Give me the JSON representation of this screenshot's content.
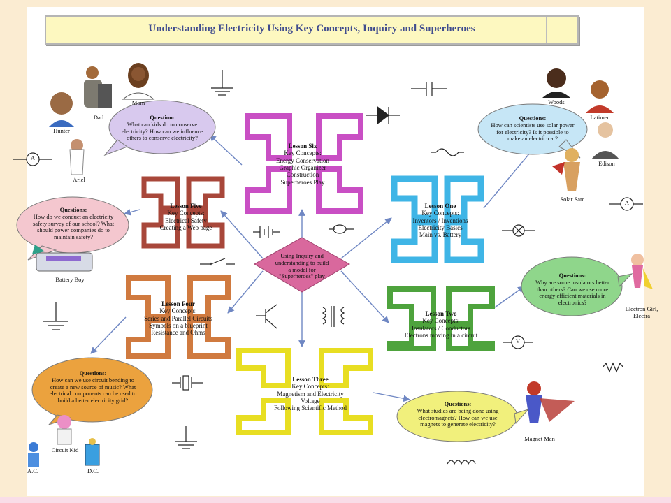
{
  "title": "Understanding Electricity Using Key Concepts, Inquiry and Superheroes",
  "center": "Using Inquiry and understanding to build a model for \"Superheroes\" play",
  "lessons": {
    "six": {
      "heading": "Lesson Six",
      "lines": [
        "Key Concepts:",
        "Energy Conservation",
        "Graphic Organizer",
        "Construction",
        "Superheroes Play"
      ],
      "color": "#c94fc4"
    },
    "five": {
      "heading": "Lesson Five",
      "lines": [
        "Key Concepts:",
        "Electrical Safety",
        "Creating a Web page"
      ],
      "color": "#a8473a"
    },
    "four": {
      "heading": "Lesson Four",
      "lines": [
        "Key Concepts:",
        "Series and Parallel Circuits",
        "Symbols on a blueprint",
        "Resistance and Ohms"
      ],
      "color": "#d07a3f"
    },
    "three": {
      "heading": "Lesson Three",
      "lines": [
        "Key Concepts:",
        "Magnetism and Electricity",
        "Voltage",
        "Following  Scientific Method"
      ],
      "color": "#e8de22"
    },
    "two": {
      "heading": "Lesson Two",
      "lines": [
        "Key Concepts:",
        "Insulators / Conductors",
        "Electrons moving in a circuit"
      ],
      "color": "#4ea33d"
    },
    "one": {
      "heading": "Lesson One",
      "lines": [
        "Key Concepts:",
        "Inventors / Inventions",
        "Electricity Basics",
        "Main vs. Battery"
      ],
      "color": "#3fb5e6"
    }
  },
  "questions": {
    "q1": {
      "heading": "Question:",
      "text": "What can kids do to conserve electricity? How can we influence others to conserve electricity?",
      "color": "#d8c9ee"
    },
    "q2": {
      "heading": "Questions:",
      "text": "How can scientists use solar power for electricity?  Is it possible to make an electric car?",
      "color": "#c6e6f6"
    },
    "q3": {
      "heading": "Questions:",
      "text": "How do we conduct an electricity safety survey of our school? What should power companies do to maintain safety?",
      "color": "#f4c7cf"
    },
    "q4": {
      "heading": "Questions:",
      "text": "Why are some insulators better than others?  Can we use more energy efficient materials in electronics?",
      "color": "#8fd68b"
    },
    "q5": {
      "heading": "Questions:",
      "text": "How can we use circuit bending to create a new source of music?  What electrical components can be used to build a better electricity grid?",
      "color": "#eba23e"
    },
    "q6": {
      "heading": "Questions:",
      "text": "What studies are being done using electromagnets?  How can we use magnets to generate electricity?",
      "color": "#f1f07c"
    }
  },
  "names": {
    "mom": "Mom",
    "dad": "Dad",
    "hunter": "Hunter",
    "ariel": "Ariel",
    "woods": "Woods",
    "latimer": "Latimer",
    "edison": "Edison",
    "solarsam": "Solar Sam",
    "batteryboy": "Battery Boy",
    "electrongirl1": "Electron Girl,",
    "electrongirl2": "Electra",
    "circuitkid": "Circuit Kid",
    "ac": "A.C.",
    "dc": "D.C.",
    "magnetman": "Magnet Man"
  },
  "symbols": {
    "ammeter": "A",
    "voltmeter": "V"
  },
  "colors": {
    "arrow": "#6f87c3",
    "center": "#d9689d",
    "title_text": "#404c8e"
  }
}
